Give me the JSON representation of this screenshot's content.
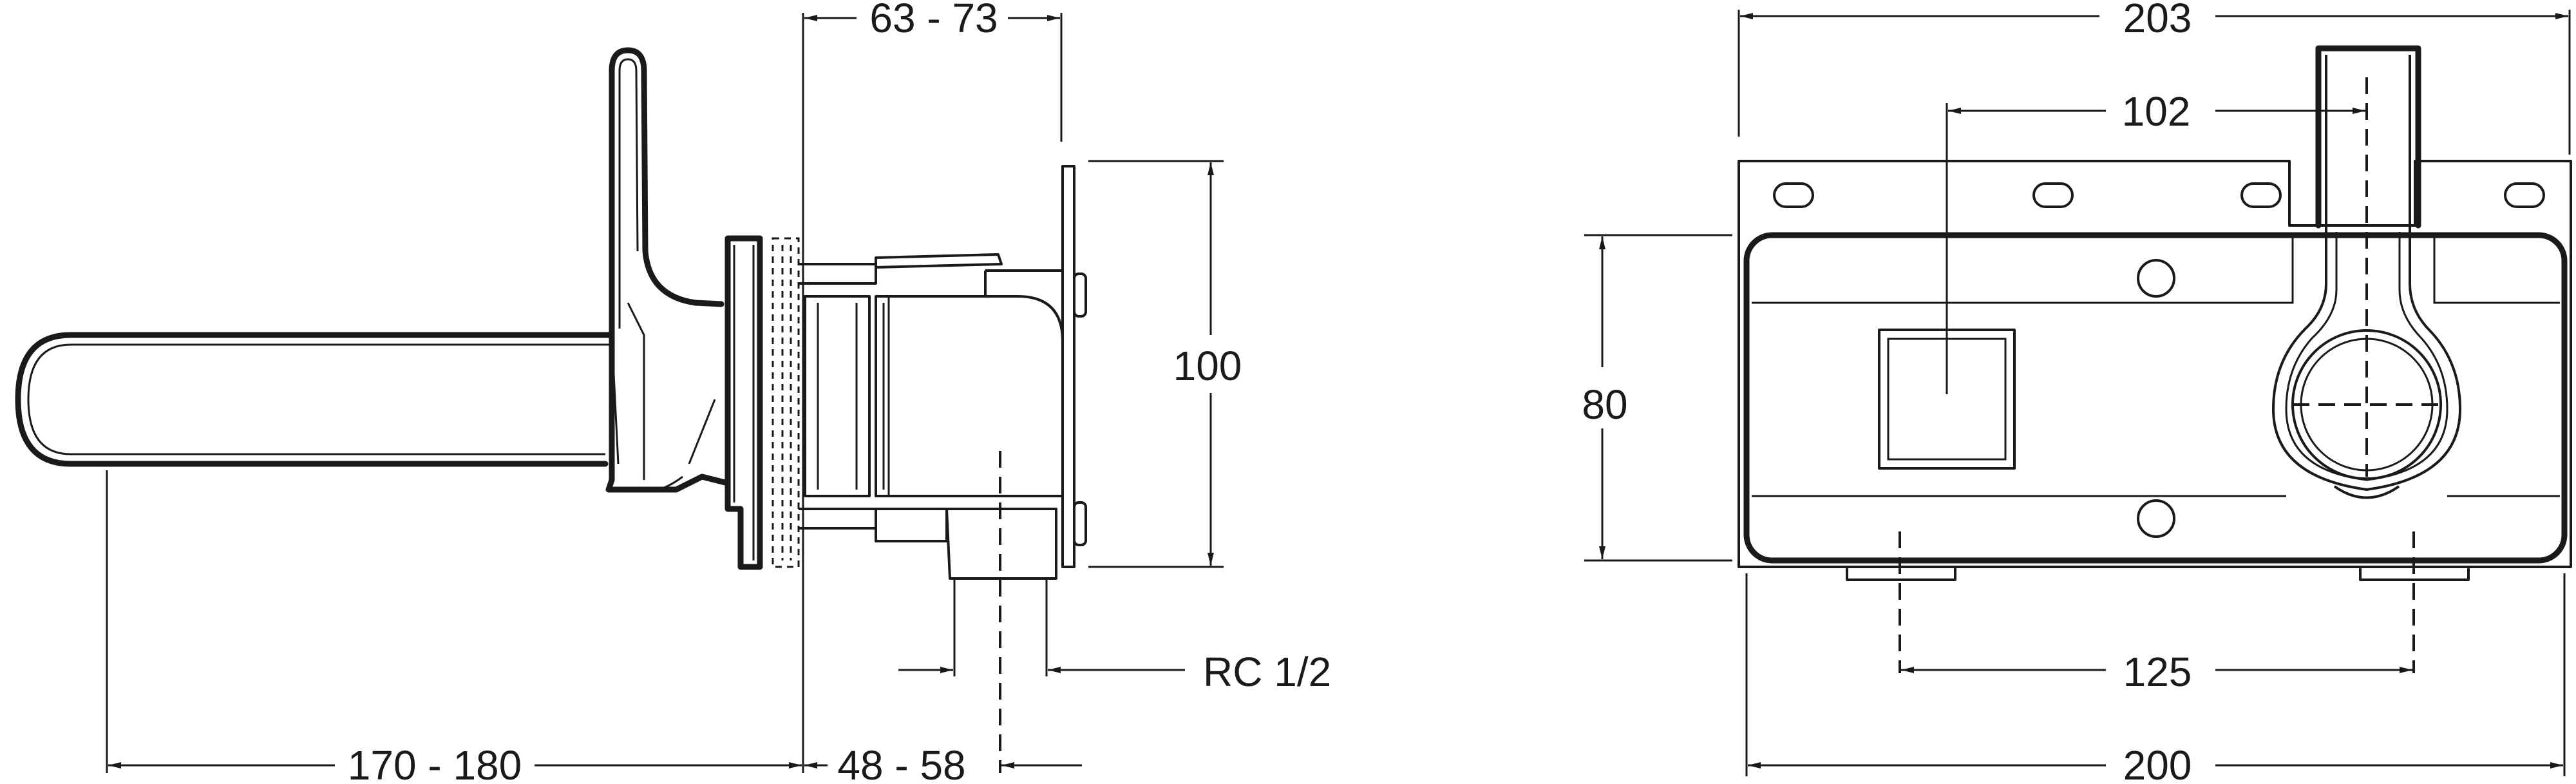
{
  "side_view": {
    "dim_top": "63 - 73",
    "dim_height": "100",
    "dim_thread": "RC 1/2",
    "dim_spout": "170 - 180",
    "dim_depth": "48 - 58"
  },
  "front_view": {
    "dim_overall_top": "203",
    "dim_lever_offset": "102",
    "dim_height": "80",
    "dim_mount_spacing": "125",
    "dim_overall_bottom": "200"
  }
}
